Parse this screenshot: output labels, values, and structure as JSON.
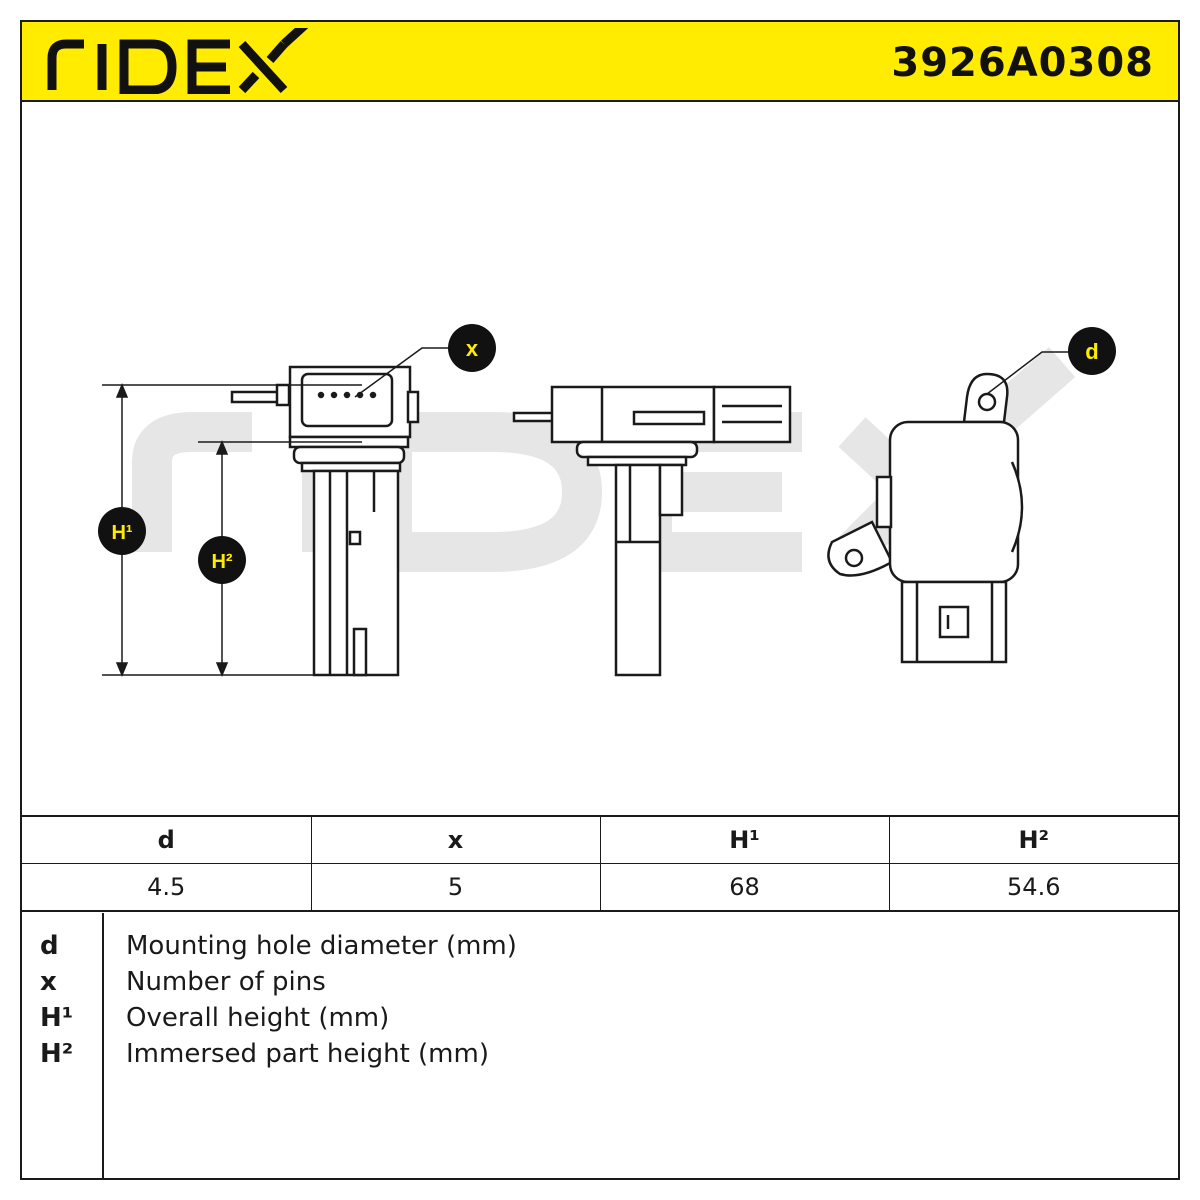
{
  "header": {
    "brand": "RIDEX",
    "part_number": "3926A0308"
  },
  "diagram": {
    "callouts": {
      "x": "x",
      "d": "d",
      "h1": "H¹",
      "h2": "H²"
    },
    "watermark": "RIDEX"
  },
  "specs": {
    "headers": [
      "d",
      "x",
      "H¹",
      "H²"
    ],
    "values": [
      "4.5",
      "5",
      "68",
      "54.6"
    ]
  },
  "legend": [
    {
      "key": "d",
      "text": "Mounting hole diameter (mm)"
    },
    {
      "key": "x",
      "text": "Number of pins"
    },
    {
      "key": "H¹",
      "text": "Overall height (mm)"
    },
    {
      "key": "H²",
      "text": "Immersed part height (mm)"
    }
  ],
  "colors": {
    "accent_yellow": "#ffec00",
    "ink": "#1a1a1a",
    "watermark_gray": "#e6e6e6"
  }
}
